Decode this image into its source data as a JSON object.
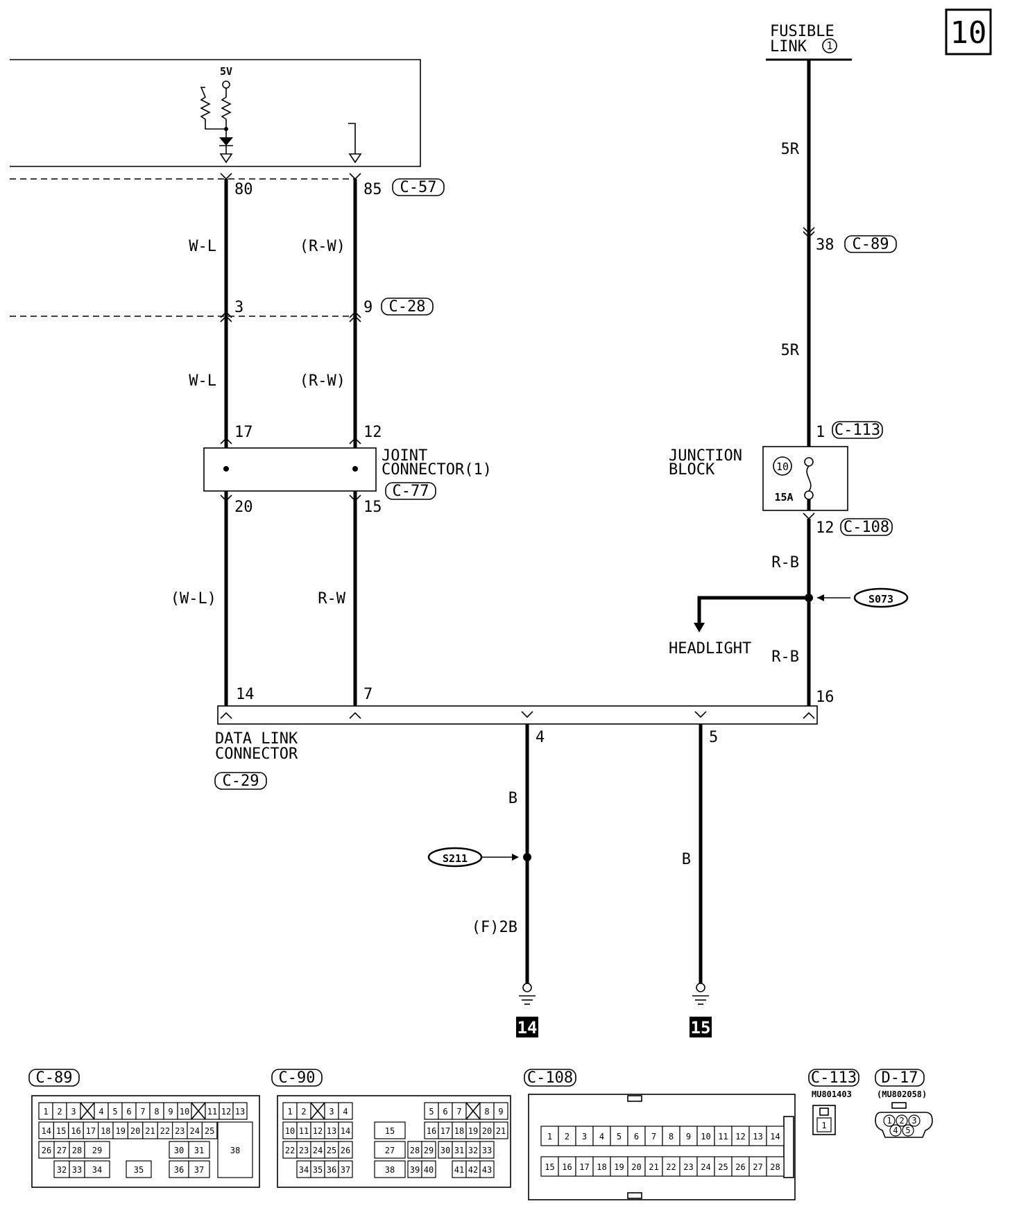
{
  "page_number": "10",
  "supply": {
    "fusible_link_line1": "FUSIBLE",
    "fusible_link_line2": "LINK",
    "fusible_link_num": "1",
    "wire_5r_a": "5R",
    "pin_38": "38",
    "conn_c89": "C-89",
    "wire_5r_b": "5R",
    "pin_1": "1",
    "conn_c113": "C-113",
    "junction_block_line1": "JUNCTION",
    "junction_block_line2": "BLOCK",
    "fuse_num": "10",
    "fuse_rating": "15A",
    "pin_12_jb": "12",
    "conn_c108": "C-108",
    "wire_rb_a": "R-B",
    "splice_s073": "S073",
    "headlight": "HEADLIGHT",
    "wire_rb_b": "R-B",
    "pin_16": "16"
  },
  "ecu": {
    "voltage": "5V",
    "pin_80": "80",
    "pin_85": "85",
    "conn_c57": "C-57",
    "wire_wl_1": "W-L",
    "wire_rw_1": "(R-W)",
    "pin_3": "3",
    "pin_9": "9",
    "conn_c28": "C-28",
    "wire_wl_2": "W-L",
    "wire_rw_2": "(R-W)",
    "pin_17": "17",
    "pin_12": "12",
    "joint_connector_line1": "JOINT",
    "joint_connector_line2": "CONNECTOR(1)",
    "conn_c77": "C-77",
    "pin_20": "20",
    "pin_15": "15",
    "wire_wl_3": "(W-L)",
    "wire_rw_3": "R-W",
    "pin_14": "14",
    "pin_7": "7"
  },
  "dlc": {
    "label_line1": "DATA LINK",
    "label_line2": "CONNECTOR",
    "conn_c29": "C-29",
    "pin_4": "4",
    "pin_5": "5",
    "wire_b_1": "B",
    "splice_s211": "S211",
    "wire_f2b": "(F)2B",
    "wire_b_2": "B",
    "ground_14": "14",
    "ground_15": "15"
  },
  "connectors": {
    "c89": {
      "label": "C-89",
      "row1": [
        "1",
        "2",
        "3",
        "X",
        "4",
        "5",
        "6",
        "7",
        "8",
        "9",
        "10",
        "X",
        "11",
        "12",
        "13"
      ],
      "row2": [
        "14",
        "15",
        "16",
        "17",
        "18",
        "19",
        "20",
        "21",
        "22",
        "23",
        "24",
        "25"
      ],
      "row3": [
        "26",
        "27",
        "28",
        "29",
        "30",
        "31"
      ],
      "row4": [
        "32",
        "33",
        "34",
        "35",
        "36",
        "37"
      ],
      "big": "38"
    },
    "c90": {
      "label": "C-90",
      "row1": [
        "1",
        "2",
        "X",
        "3",
        "4",
        "5",
        "6",
        "7",
        "X",
        "8",
        "9"
      ],
      "row2": [
        "10",
        "11",
        "12",
        "13",
        "14",
        "15",
        "16",
        "17",
        "18",
        "19",
        "20",
        "21"
      ],
      "row3": [
        "22",
        "23",
        "24",
        "25",
        "26",
        "27",
        "28",
        "29",
        "30",
        "31",
        "32",
        "33"
      ],
      "row4": [
        "34",
        "35",
        "36",
        "37",
        "38",
        "39",
        "40",
        "41",
        "42",
        "43"
      ]
    },
    "c108": {
      "label": "C-108",
      "row1": [
        "1",
        "2",
        "3",
        "4",
        "5",
        "6",
        "7",
        "8",
        "9",
        "10",
        "11",
        "12",
        "13",
        "14"
      ],
      "row2": [
        "15",
        "16",
        "17",
        "18",
        "19",
        "20",
        "21",
        "22",
        "23",
        "24",
        "25",
        "26",
        "27",
        "28"
      ]
    },
    "c113": {
      "label": "C-113",
      "part": "MU801403",
      "pin": "1"
    },
    "d17": {
      "label": "D-17",
      "part": "(MU802058)",
      "pins": [
        "1",
        "2",
        "3",
        "4",
        "5"
      ]
    }
  }
}
